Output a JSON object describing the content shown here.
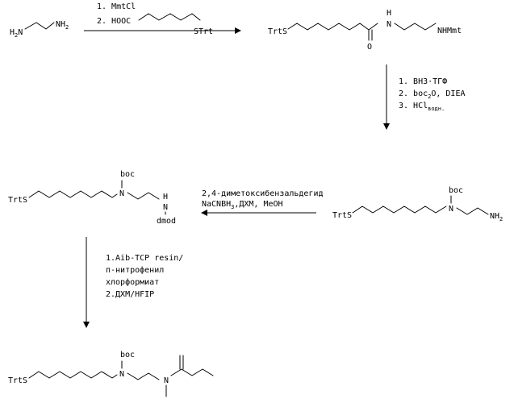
{
  "molecules": {
    "ethylenediamine": {
      "left": "H",
      "left_sub": "2",
      "left_n": "N",
      "right": "NH",
      "right_sub": "2"
    },
    "amide": {
      "trt_s": "TrtS",
      "nh": "H",
      "nh_n": "N",
      "o": "O",
      "nhmmt": "NHMmt"
    },
    "amine": {
      "trt_s": "TrtS",
      "boc": "boc",
      "n": "N",
      "nh2": "NH",
      "nh2_sub": "2"
    },
    "dmod": {
      "trt_s": "TrtS",
      "boc": "boc",
      "n": "N",
      "h": "H",
      "nh_n": "N",
      "dmod": "dmod"
    },
    "product": {
      "trt_s": "TrtS",
      "boc": "boc",
      "n1": "N",
      "n2": "N"
    }
  },
  "steps": {
    "step1": {
      "line1": "1. MmtCl",
      "line2_prefix": "2. HOOC",
      "line2_strt": "STrt"
    },
    "step2": {
      "line1": "1. BH3·TГФ",
      "line2_a": "2. boc",
      "line2_sub": "2",
      "line2_b": "O, DIEA",
      "line3_a": "3. HCl",
      "line3_sub": "водн."
    },
    "step3": {
      "line1": "2,4-диметоксибензальдегид",
      "line2_a": "NaCNBH",
      "line2_sub": "3",
      "line2_b": ",ДХМ, MeOH"
    },
    "step4": {
      "line1": "1.Aib-TCP resin/",
      "line2": "п-нитрофенил",
      "line3": "хлорформиат",
      "line4": "2.ДХМ/HFIP"
    }
  }
}
